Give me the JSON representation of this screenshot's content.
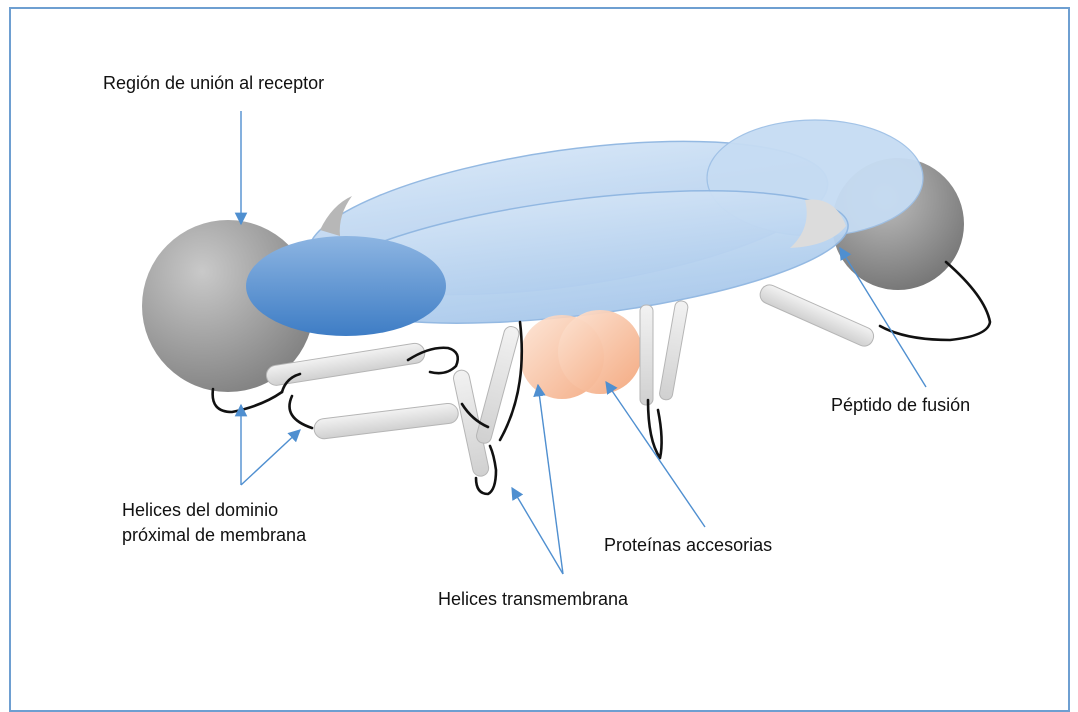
{
  "labels": {
    "receptor_binding": "Región de unión al receptor",
    "fusion_peptide": "Péptido de fusión",
    "membrane_proximal_helices_line1": "Helices del dominio",
    "membrane_proximal_helices_line2": "próximal de membrana",
    "accessory_proteins": "Proteínas accesorias",
    "transmembrane_helices": "Helices transmembrana"
  },
  "colors": {
    "frame_border": "#6e9fd1",
    "arrow": "#4f8fd0",
    "light_blue_domain": "#b9d3ee",
    "dark_blue_domain": "#4f8bcf",
    "gray_domain": "#8a8a8a",
    "accessory_protein": "#f6bfa0",
    "helix_cylinder": "#e6e6e6",
    "linker": "#111111"
  }
}
